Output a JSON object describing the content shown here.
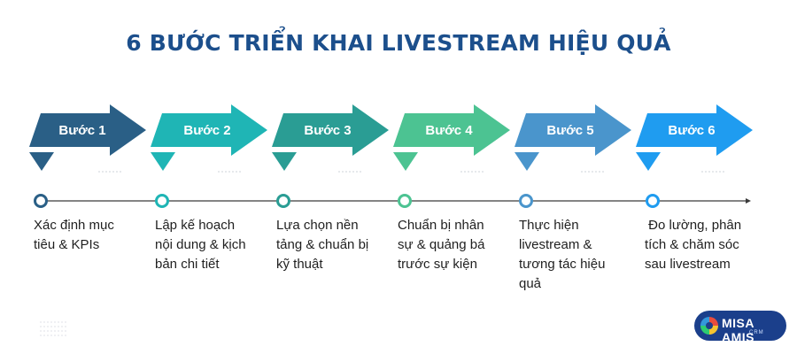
{
  "title": "6 BƯỚC TRIỂN KHAI LIVESTREAM HIỆU QUẢ",
  "steps": [
    {
      "label": "Bước 1",
      "color": "#2a5f86",
      "desc": [
        "Xác định mục",
        "tiêu & KPIs"
      ]
    },
    {
      "label": "Bước 2",
      "color": "#1fb5b5",
      "desc": [
        "Lập kế hoạch",
        "nội dung & kịch",
        "bản chi tiết"
      ]
    },
    {
      "label": "Bước 3",
      "color": "#2a9d94",
      "desc": [
        "Lựa chọn nền",
        "tảng & chuẩn bị",
        "kỹ thuật"
      ]
    },
    {
      "label": "Bước 4",
      "color": "#4cc392",
      "desc": [
        "Chuẩn bị nhân",
        "sự & quảng bá",
        "trước sự kiện"
      ]
    },
    {
      "label": "Bước 5",
      "color": "#4a95cc",
      "desc": [
        "Thực hiện",
        "livestream &",
        "tương tác hiệu",
        "quả"
      ]
    },
    {
      "label": "Bước 6",
      "color": "#1f9cf0",
      "desc": [
        " Đo lường, phân",
        "tích & chăm sóc",
        "sau livestream"
      ]
    }
  ],
  "logo": {
    "text": "MISA AMIS",
    "sub": "CRM"
  }
}
